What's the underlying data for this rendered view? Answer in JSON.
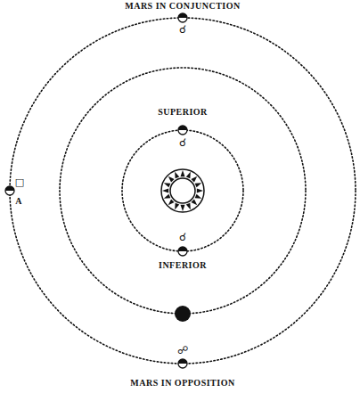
{
  "diagram": {
    "labels": [
      "MARS IN CONJUNCTION",
      "☌",
      "SUPERIOR",
      "☌",
      "☌",
      "INFERIOR",
      "☍",
      "MARS IN OPPOSITION",
      "□",
      "A"
    ]
  }
}
